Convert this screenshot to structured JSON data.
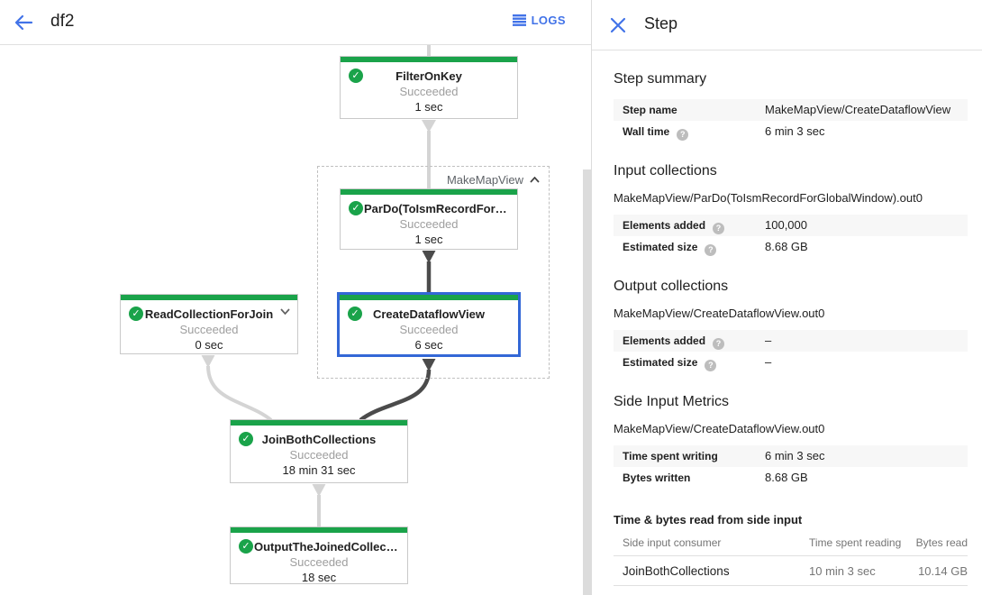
{
  "colors": {
    "node_green": "#1aa34a",
    "accent_blue": "#4273e8",
    "selection_blue": "#3367d6",
    "status_gray": "#9e9e9e",
    "edge_light": "#d4d4d4",
    "edge_dark": "#4b4b4b"
  },
  "icons": {
    "check_glyph": "✓",
    "help_glyph": "?"
  },
  "topbar": {
    "title": "df2",
    "logs_label": "LOGS"
  },
  "graph": {
    "group_label": "MakeMapView",
    "nodes": [
      {
        "title": "FilterOnKey",
        "status": "Succeeded",
        "time": "1 sec"
      },
      {
        "title": "ParDo(ToIsmRecordFor…",
        "status": "Succeeded",
        "time": "1 sec"
      },
      {
        "title": "CreateDataflowView",
        "status": "Succeeded",
        "time": "6 sec"
      },
      {
        "title": "ReadCollectionForJoin",
        "status": "Succeeded",
        "time": "0 sec"
      },
      {
        "title": "JoinBothCollections",
        "status": "Succeeded",
        "time": "18 min 31 sec"
      },
      {
        "title": "OutputTheJoinedCollec…",
        "status": "Succeeded",
        "time": "18 sec"
      }
    ]
  },
  "panel": {
    "title": "Step",
    "step_summary": {
      "heading": "Step summary",
      "rows": [
        {
          "label": "Step name",
          "value": "MakeMapView/CreateDataflowView"
        },
        {
          "label": "Wall time",
          "value": "6 min 3 sec"
        }
      ]
    },
    "input_collections": {
      "heading": "Input collections",
      "name": "MakeMapView/ParDo(ToIsmRecordForGlobalWindow).out0",
      "rows": [
        {
          "label": "Elements added",
          "value": "100,000"
        },
        {
          "label": "Estimated size",
          "value": "8.68 GB"
        }
      ]
    },
    "output_collections": {
      "heading": "Output collections",
      "name": "MakeMapView/CreateDataflowView.out0",
      "rows": [
        {
          "label": "Elements added",
          "value": "–"
        },
        {
          "label": "Estimated size",
          "value": "–"
        }
      ]
    },
    "side_input_metrics": {
      "heading": "Side Input Metrics",
      "name": "MakeMapView/CreateDataflowView.out0",
      "rows": [
        {
          "label": "Time spent writing",
          "value": "6 min 3 sec"
        },
        {
          "label": "Bytes written",
          "value": "8.68 GB"
        }
      ]
    },
    "side_input_table": {
      "heading": "Time & bytes read from side input",
      "columns": [
        "Side input consumer",
        "Time spent reading",
        "Bytes read"
      ],
      "rows": [
        {
          "consumer": "JoinBothCollections",
          "time_reading": "10 min 3 sec",
          "bytes_read": "10.14 GB"
        }
      ]
    }
  }
}
